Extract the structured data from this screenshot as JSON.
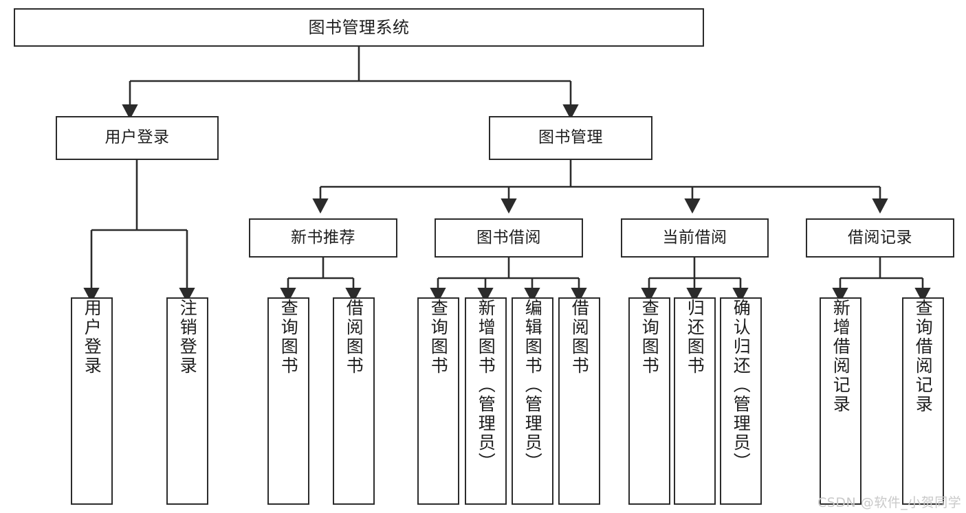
{
  "diagram": {
    "type": "tree-flowchart",
    "title": "图书管理系统",
    "orientation": "top-down",
    "background_color": "#ffffff",
    "line_color": "#2b2b2b",
    "text_color": "#1d1d1d",
    "nodes": {
      "root": {
        "label": "图书管理系统"
      },
      "level1": [
        {
          "label": "用户登录"
        },
        {
          "label": "图书管理"
        }
      ],
      "level2": [
        {
          "label": "新书推荐"
        },
        {
          "label": "图书借阅"
        },
        {
          "label": "当前借阅"
        },
        {
          "label": "借阅记录"
        }
      ],
      "leaves_user_login": [
        {
          "label": "用户登录"
        },
        {
          "label": "注销登录"
        }
      ],
      "leaves_new_book": [
        {
          "label": "查询图书"
        },
        {
          "label": "借阅图书"
        }
      ],
      "leaves_borrow": [
        {
          "label": "查询图书"
        },
        {
          "label": "新增图书（管理员）"
        },
        {
          "label": "编辑图书（管理员）"
        },
        {
          "label": "借阅图书"
        }
      ],
      "leaves_current": [
        {
          "label": "查询图书"
        },
        {
          "label": "归还图书"
        },
        {
          "label": "确认归还（管理员）"
        }
      ],
      "leaves_records": [
        {
          "label": "新增借阅记录"
        },
        {
          "label": "查询借阅记录"
        }
      ]
    }
  },
  "watermark": {
    "text": "CSDN @软件_小贺同学",
    "color": "#c9c9c9"
  }
}
